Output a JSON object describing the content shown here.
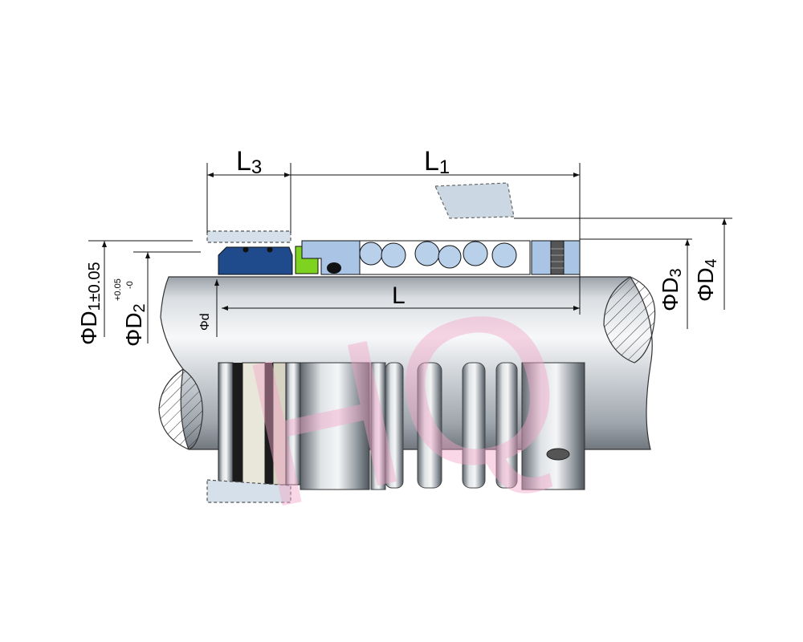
{
  "labels": {
    "L3_main": "L",
    "L3_sub": "3",
    "L1_main": "L",
    "L1_sub": "1",
    "L": "L",
    "D1_main": "ΦD",
    "D1_sub": "1±0.05",
    "D2_main": "ΦD",
    "D2_sub": "2",
    "D2_tol_plus": "+0.05",
    "D2_tol_minus": "-0",
    "D3_main": "ΦD",
    "D3_sub": "3",
    "D4_main": "ΦD",
    "D4_sub": "4",
    "d": "Φd"
  },
  "watermark": "HQ",
  "colors": {
    "shaft_light": "#eef0f2",
    "shaft_dark": "#7d848c",
    "seat_blue": "#1f4a8c",
    "green_ring": "#7ed321",
    "light_blue": "#a9c4e4",
    "spring_circle": "#b9d0ea",
    "gland": "#c8d6e2",
    "watermark": "#f2a6c8"
  }
}
